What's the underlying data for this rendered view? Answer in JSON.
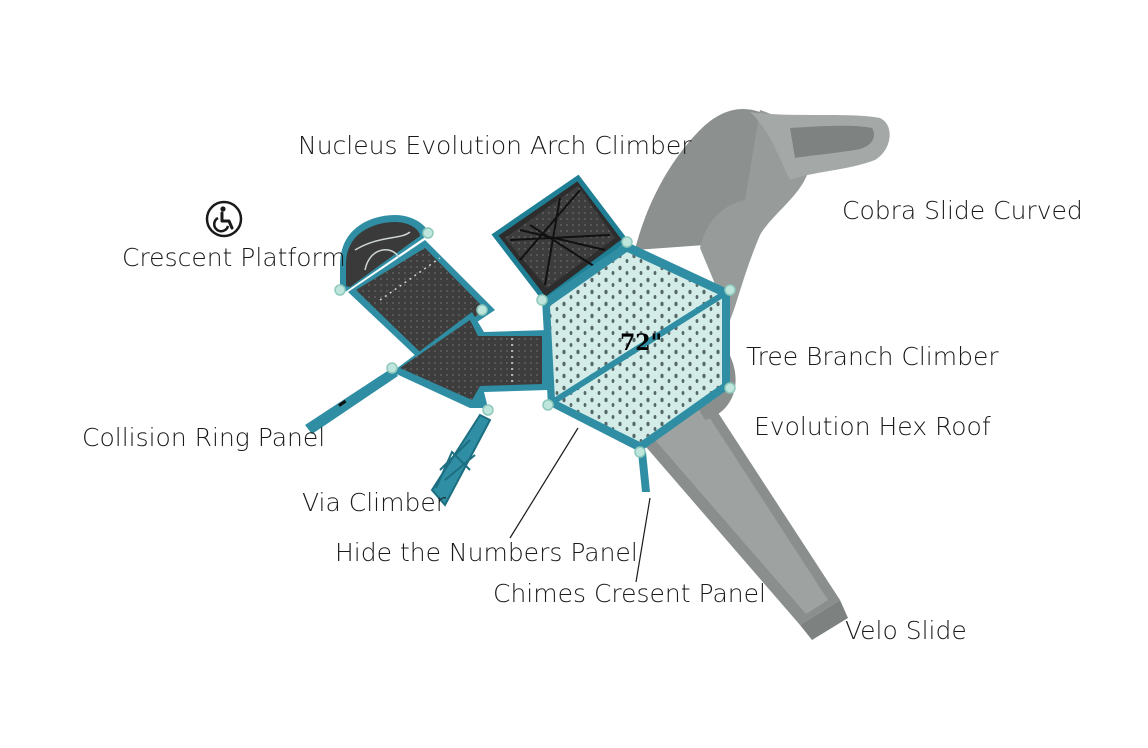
{
  "labels": {
    "nucleus": "Nucleus Evolution Arch Climber",
    "cobra": "Cobra Slide Curved",
    "crescent": "Crescent Platform",
    "tree_branch": "Tree Branch Climber",
    "hex_roof": "Evolution Hex Roof",
    "collision": "Collision Ring Panel",
    "via": "Via Climber",
    "hide_numbers": "Hide the Numbers Panel",
    "chimes": "Chimes Cresent Panel",
    "velo": "Velo Slide"
  },
  "deck_height": "72\"",
  "icons": {
    "accessibility": "wheelchair-accessible-icon"
  },
  "colors": {
    "frame": "#2f8ea3",
    "roof": "#d3ece8",
    "deck": "#4a4a4a",
    "slide": "#8f9493",
    "post_cap": "#bfe6dd"
  }
}
